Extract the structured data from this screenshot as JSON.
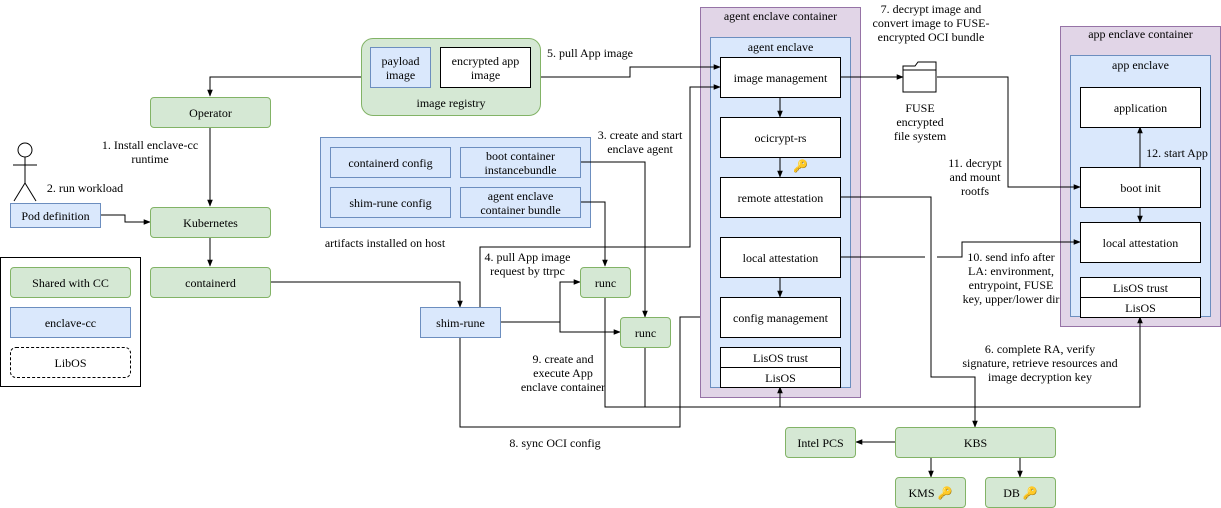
{
  "nodes": {
    "operator": "Operator",
    "kubernetes": "Kubernetes",
    "containerd": "containerd",
    "pod_definition": "Pod definition",
    "payload_image": "payload\nimage",
    "encrypted_app_image": "encrypted app\nimage",
    "image_registry": "image registry",
    "containerd_config": "containerd config",
    "boot_container_bundle": "boot container\ninstancebundle",
    "shim_rune_config": "shim-rune config",
    "agent_enclave_bundle": "agent enclave\ncontainer bundle",
    "artifacts_installed": "artifacts installed on host",
    "shim_rune": "shim-rune",
    "runc_1": "runc",
    "runc_2": "runc",
    "agent_enclave_container": "agent enclave container",
    "agent_enclave": "agent enclave",
    "image_management": "image management",
    "ocicrypt_rs": "ocicrypt-rs",
    "remote_attestation": "remote attestation",
    "local_attestation_agent": "local attestation",
    "config_management": "config management",
    "lisos_trust_agent": "LisOS trust",
    "lisos_agent": "LisOS",
    "fuse_fs": "FUSE\nencrypted\nfile system",
    "app_enclave_container": "app enclave container",
    "app_enclave": "app enclave",
    "application": "application",
    "boot_init": "boot init",
    "local_attestation_app": "local attestation",
    "lisos_trust_app": "LisOS trust",
    "lisos_app": "LisOS",
    "intel_pcs": "Intel PCS",
    "kbs": "KBS",
    "kms": "KMS",
    "db": "DB"
  },
  "legend": {
    "shared": "Shared with CC",
    "enclave_cc": "enclave-cc",
    "libos": "LibOS"
  },
  "steps": {
    "s1": "1. Install enclave-cc\nruntime",
    "s2": "2. run workload",
    "s3": "3. create and start\nenclave agent",
    "s4": "4. pull App image\nrequest by ttrpc",
    "s5": "5. pull App image",
    "s6": "6. complete RA, verify\nsignature, retrieve resources and\nimage decryption key",
    "s7": "7. decrypt image and\nconvert image to FUSE-\nencrypted OCI bundle",
    "s8": "8. sync OCI config",
    "s9": "9. create and\nexecute App\nenclave container",
    "s10": "10. send info after\nLA: environment,\nentrypoint, FUSE\nkey, upper/lower dir",
    "s11": "11. decrypt\nand mount\nrootfs",
    "s12": "12. start App"
  },
  "icons": {
    "key": "key-icon",
    "folder": "folder-icon",
    "actor": "stick-figure-icon"
  },
  "colors": {
    "shared_fill": "#d5e8d4",
    "shared_stroke": "#82b366",
    "enclave_fill": "#dae8fc",
    "enclave_stroke": "#6c8ebf",
    "container_fill": "#e1d5e7",
    "container_stroke": "#9673a6",
    "key": "#d4632a"
  }
}
